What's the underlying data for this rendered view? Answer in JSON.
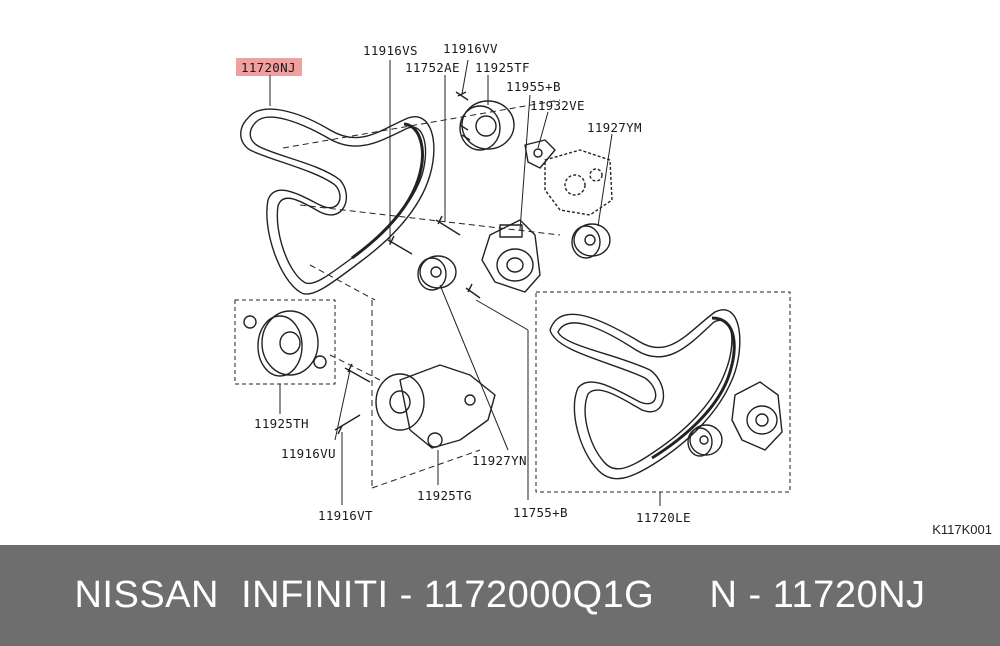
{
  "highlight_color": "#ec8f8f",
  "banner_color": "#6e6e6e",
  "callouts": {
    "p11720NJ": "11720NJ",
    "p11916VS": "11916VS",
    "p11916VV": "11916VV",
    "p11752AE": "11752AE",
    "p11925TF": "11925TF",
    "p11955B_top": "11955+B",
    "p11932VE": "11932VE",
    "p11927YM": "11927YM",
    "p11925TH": "11925TH",
    "p11916VU": "11916VU",
    "p11927YN": "11927YN",
    "p11925TG": "11925TG",
    "p11916VT": "11916VT",
    "p11755B": "11755+B",
    "p11720LE": "11720LE"
  },
  "figure_code": "K117K001",
  "banner": {
    "text": "NISSAN  INFINITI - 1172000Q1G     N - 11720NJ"
  }
}
